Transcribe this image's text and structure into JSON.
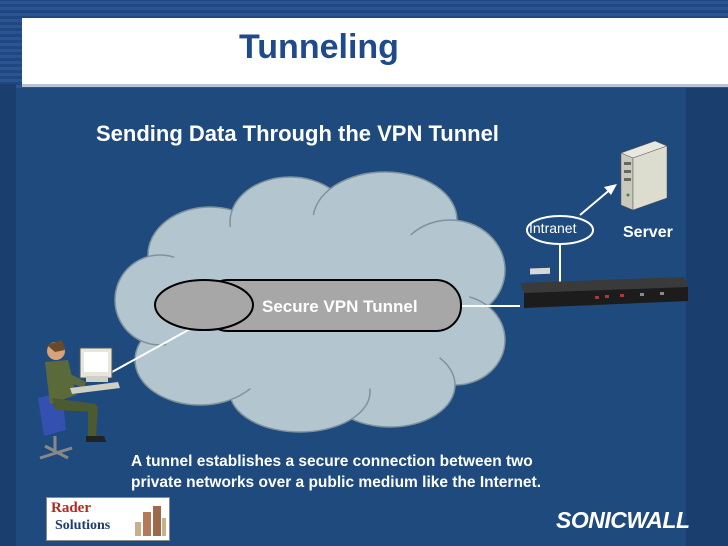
{
  "slide": {
    "title": "Tunneling",
    "subtitle": "Sending Data Through the VPN Tunnel",
    "caption_line1": "A tunnel establishes a secure connection between two",
    "caption_line2": "private networks over a public medium like the Internet."
  },
  "diagram": {
    "tunnel_label": "Secure VPN Tunnel",
    "intranet_label": "Intranet",
    "server_label": "Server"
  },
  "logos": {
    "rader_line1": "Rader",
    "rader_line2": "Solutions",
    "sonicwall": "SONICWALL"
  },
  "colors": {
    "background": "#1f4a7e",
    "title": "#1f4a8c",
    "cloud": "#b3c6cf",
    "tunnel": "#a7a7a7"
  }
}
